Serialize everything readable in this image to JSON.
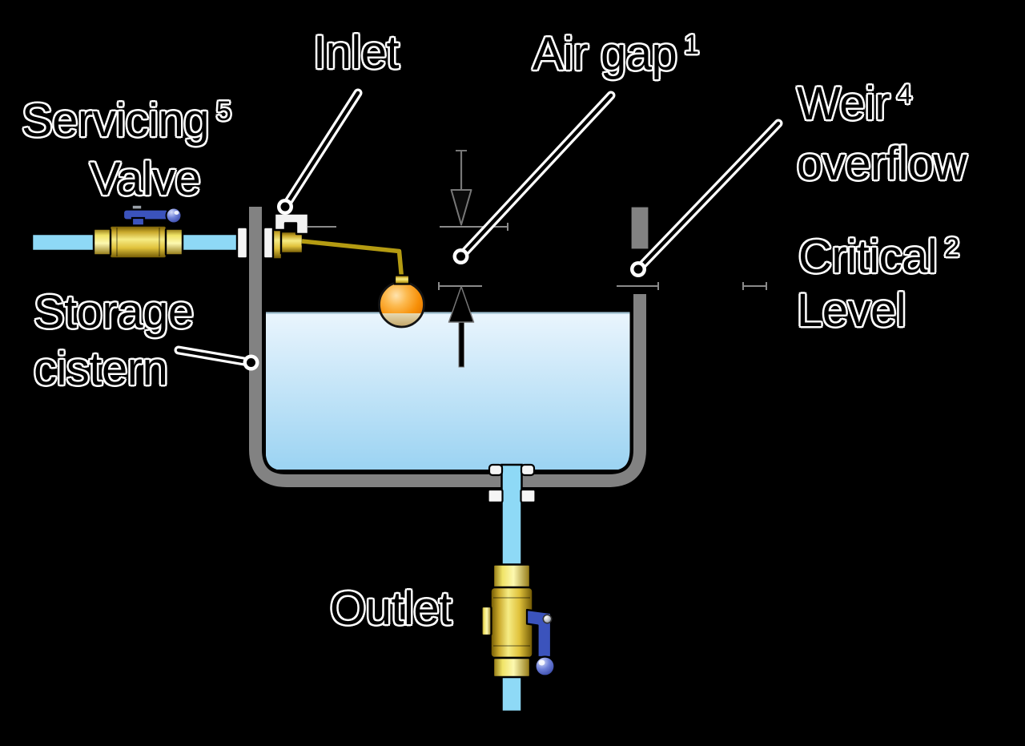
{
  "labels": {
    "inlet": {
      "text": "Inlet"
    },
    "air_gap": {
      "text": "Air gap",
      "superscript": "1"
    },
    "servicing_valve": {
      "line1": "Servicing",
      "superscript": "5",
      "line2": "Valve"
    },
    "weir_overflow": {
      "line1": "Weir",
      "superscript": "4",
      "line2": "overflow"
    },
    "critical_level": {
      "line1": "Critical",
      "superscript": "2",
      "line2": "Level"
    },
    "storage_cistern": {
      "line1": "Storage",
      "line2": "cistern"
    },
    "outlet": {
      "text": "Outlet"
    }
  },
  "colors": {
    "background": "#000000",
    "water_top": "#eaf5fd",
    "water_bottom": "#9bd3f2",
    "water_surface_line": "#9fc0d0",
    "pipe_blue": "#8ed9f6",
    "wall_grey": "#828282",
    "brass_dark": "#6b5300",
    "brass_light": "#f6ec84",
    "brass_mid": "#e0c23c",
    "hex_light": "#fdf9b0",
    "float_orange": "#f78f07",
    "float_submerged": "#d5c28e",
    "handle_blue": "#3b53bc",
    "dim_grey": "#8a8a8a",
    "leader_outline": "#ffffff",
    "line_black": "#000000"
  }
}
